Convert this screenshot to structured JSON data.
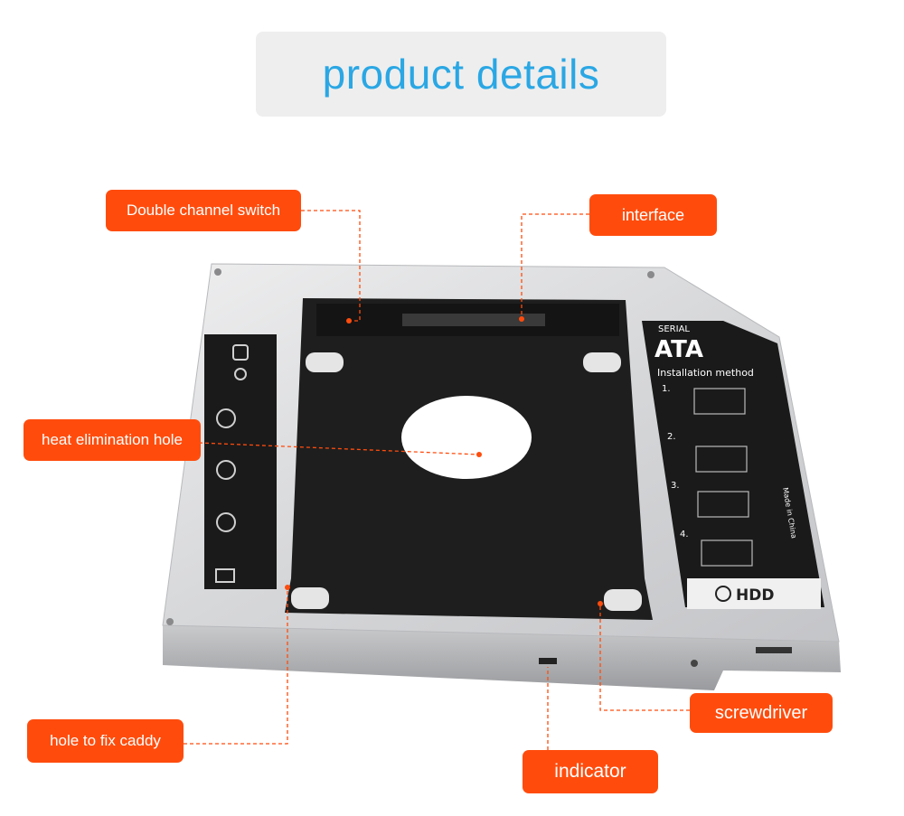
{
  "page": {
    "title": "product details"
  },
  "colors": {
    "title_text": "#2aa7e4",
    "title_bg": "#eeeeee",
    "callout_bg": "#ff4c0d",
    "leader_line": "#ff4c0d",
    "caddy_aluminum": "#d9dadc",
    "caddy_panel": "#1e1e1e"
  },
  "callouts": {
    "double_channel_switch": "Double channel switch",
    "interface": "interface",
    "heat_elimination_hole": "heat elimination hole",
    "hole_to_fix_caddy": "hole to fix caddy",
    "screwdriver": "screwdriver",
    "indicator": "indicator"
  },
  "product": {
    "serial_label": "SERIAL",
    "ata_label": "ATA",
    "installation_title": "Installation method",
    "step_numbers": [
      "1.",
      "2.",
      "3.",
      "4."
    ],
    "made_in": "Made in China",
    "hdd_label": "HDD"
  }
}
